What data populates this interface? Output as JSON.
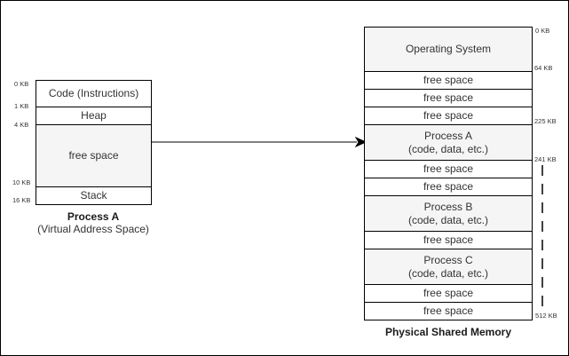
{
  "virtual_space": {
    "segments": [
      "Code (Instructions)",
      "Heap",
      "free space",
      "Stack"
    ],
    "ticks": [
      "0 KB",
      "1 KB",
      "4 KB",
      "10 KB",
      "16 KB"
    ],
    "title": "Process A",
    "subtitle": "(Virtual Address Space)"
  },
  "physical_memory": {
    "os_label": "Operating System",
    "free_label": "free space",
    "process_a": {
      "name": "Process A",
      "detail": "(code, data, etc.)"
    },
    "process_b": {
      "name": "Process B",
      "detail": "(code, data, etc.)"
    },
    "process_c": {
      "name": "Process C",
      "detail": "(code, data, etc.)"
    },
    "ticks": [
      "0 KB",
      "64 KB",
      "225 KB",
      "241 KB",
      "512 KB"
    ],
    "title": "Physical Shared Memory"
  },
  "colors": {
    "stroke": "#000000",
    "gray_fill": "#f5f5f5",
    "text": "#333333"
  }
}
